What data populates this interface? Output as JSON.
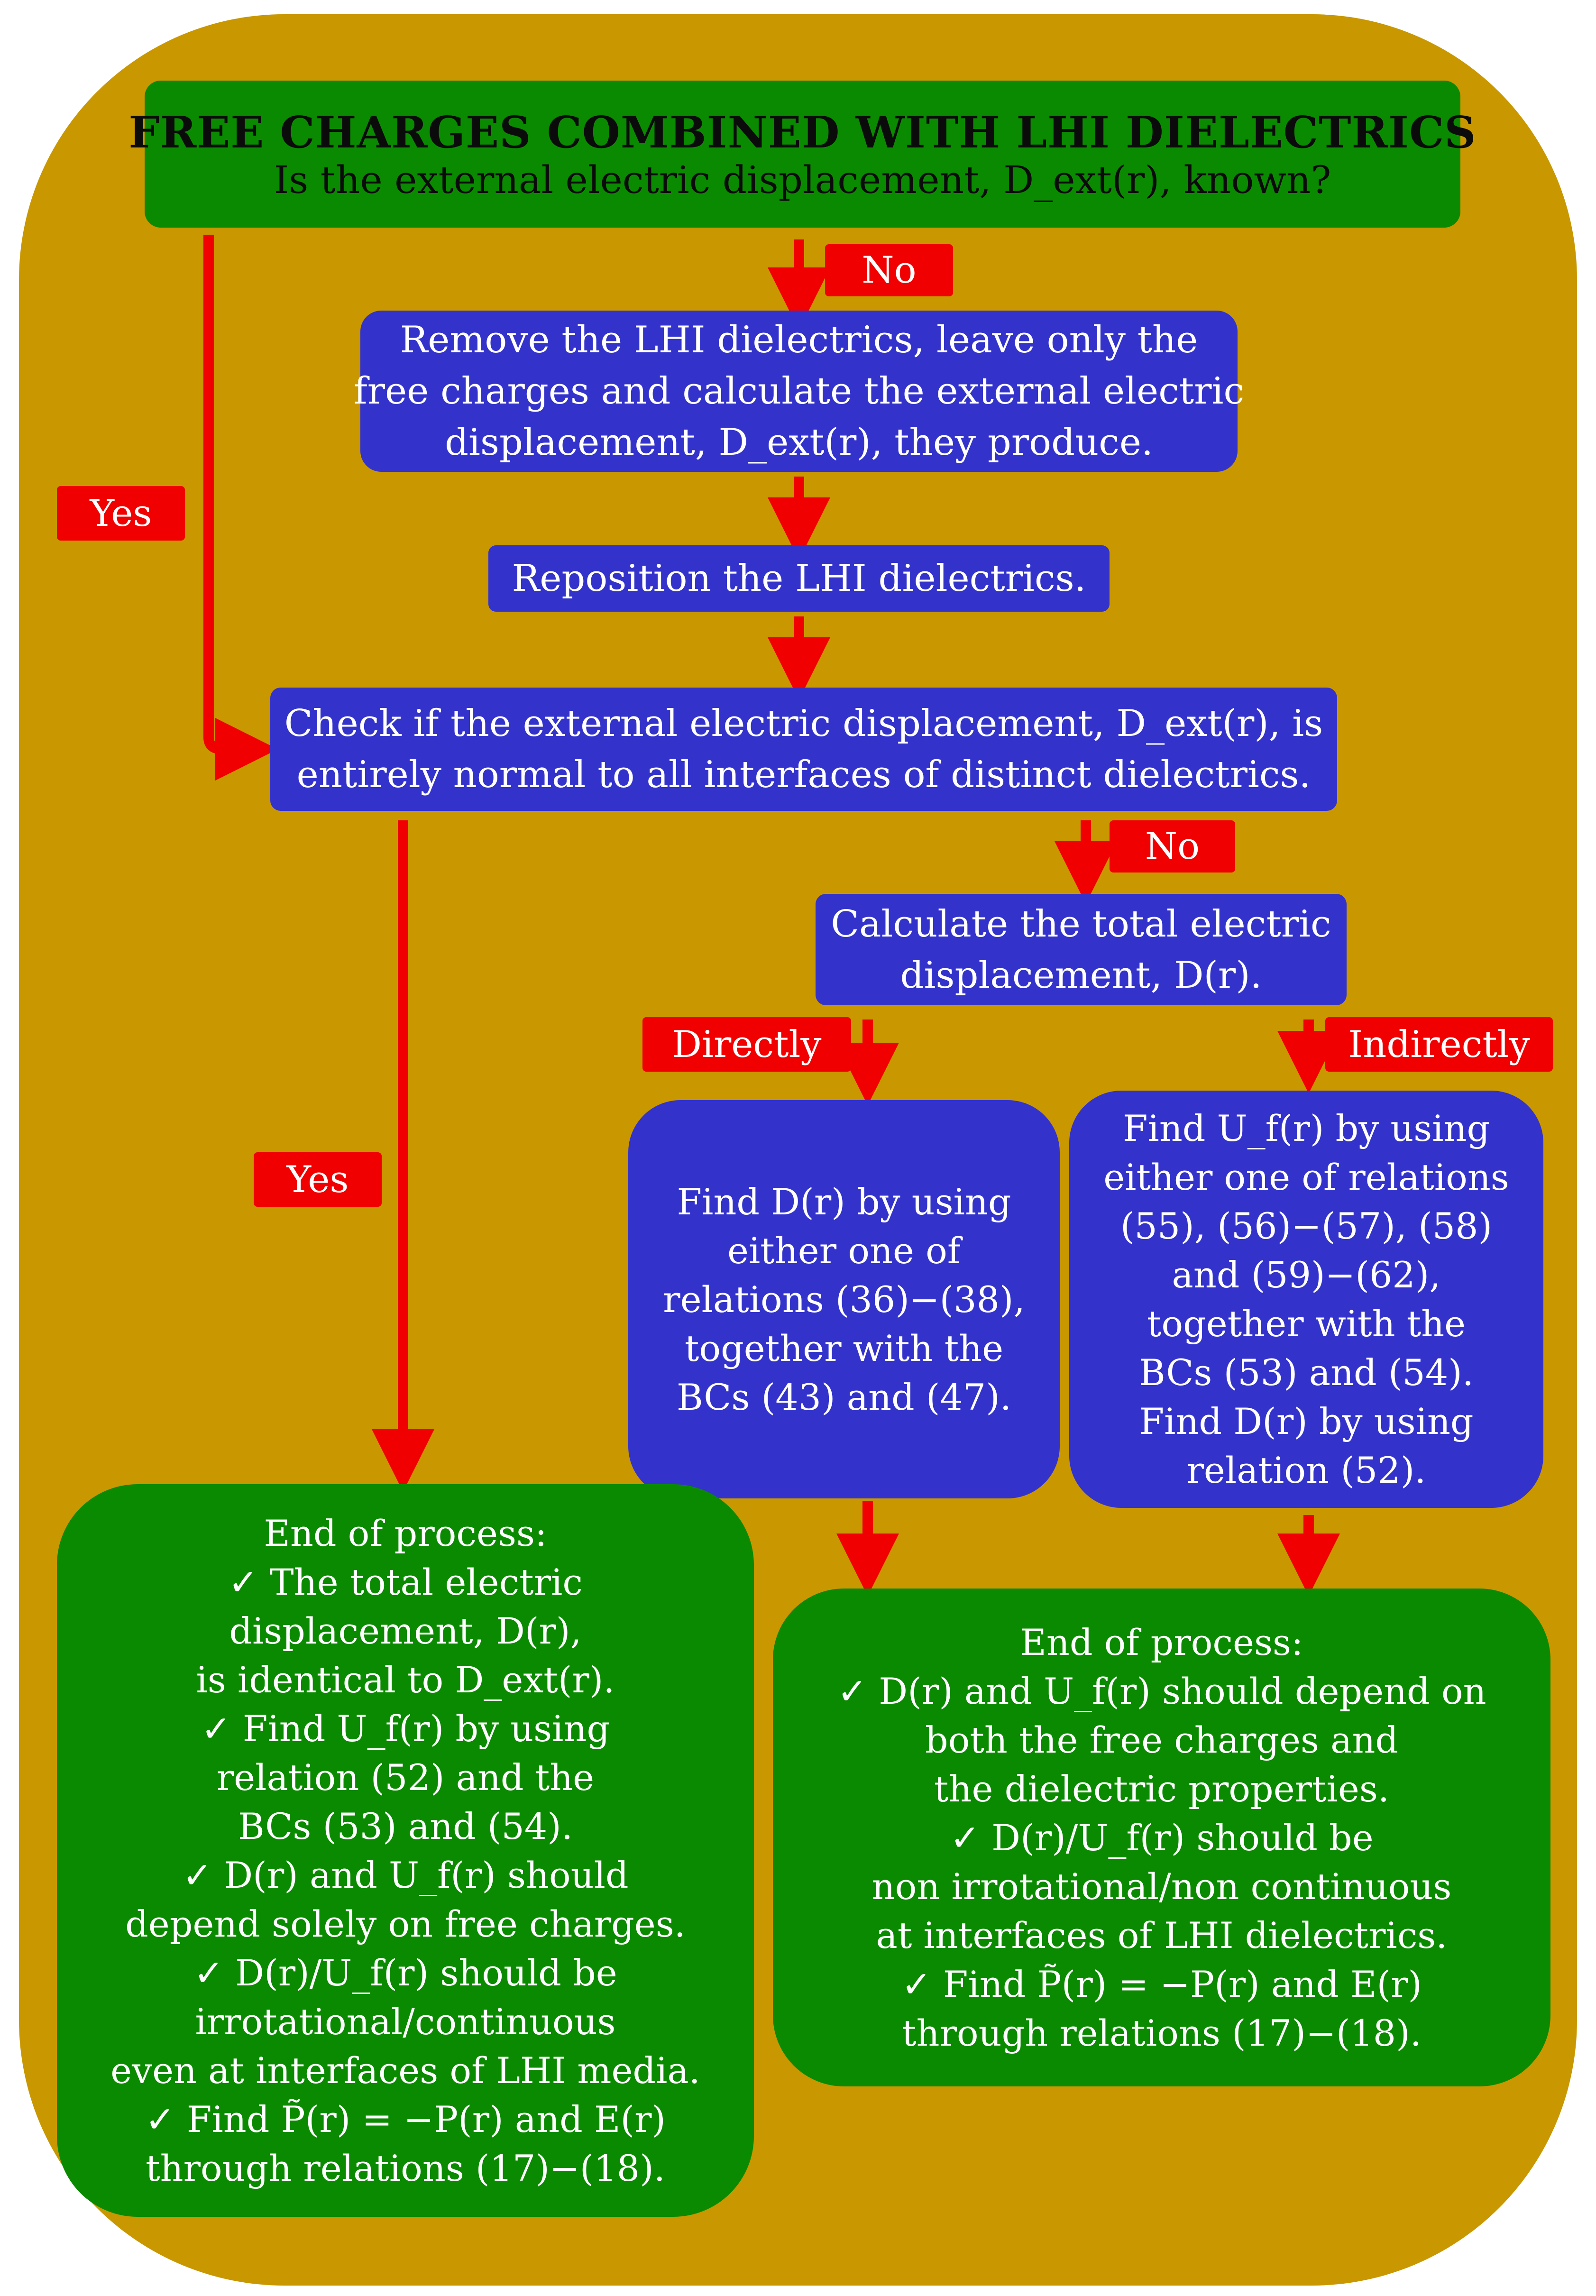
{
  "colors": {
    "frame": "#C99700",
    "green": "#0A8A00",
    "blue": "#3333CC",
    "red": "#F00000"
  },
  "start": {
    "title": "FREE CHARGES COMBINED WITH LHI DIELECTRICS",
    "question": "Is the external electric displacement, D_ext(r), known?"
  },
  "remove_step": {
    "line1": "Remove the LHI dielectrics, leave only the",
    "line2": "free charges and calculate the external electric",
    "line3": "displacement, D_ext(r), they produce."
  },
  "reposition_step": {
    "line1": "Reposition the LHI dielectrics."
  },
  "check_step": {
    "line1": "Check if the external electric displacement, D_ext(r), is",
    "line2": "entirely normal to all interfaces of distinct dielectrics."
  },
  "total_step": {
    "line1": "Calculate the total electric",
    "line2": "displacement, D(r)."
  },
  "direct_step": {
    "line1": "Find D(r) by using",
    "line2": "either one of",
    "line3": "relations (36)−(38),",
    "line4": "together with the",
    "line5": "BCs (43) and (47)."
  },
  "indirect_step": {
    "line1": "Find U_f(r) by using",
    "line2": "either one of relations",
    "line3": "(55), (56)−(57), (58)",
    "line4": "and (59)−(62),",
    "line5": "together with the",
    "line6": "BCs (53) and (54).",
    "line7": "Find D(r) by using",
    "line8": "relation (52)."
  },
  "end_left": {
    "line1": "End of process:",
    "line2": "✓  The total electric",
    "line3": "displacement, D(r),",
    "line4": "is identical to D_ext(r).",
    "line5": "✓  Find U_f(r) by using",
    "line6": "relation (52) and the",
    "line7": "BCs (53) and (54).",
    "line8": "✓  D(r) and U_f(r) should",
    "line9": "depend solely on free charges.",
    "line10": "✓  D(r)/U_f(r) should be",
    "line11": "irrotational/continuous",
    "line12": "even at interfaces of LHI media.",
    "line13": "✓  Find P̃(r) = −P(r) and E(r)",
    "line14": "through relations (17)−(18)."
  },
  "end_right": {
    "line1": "End of process:",
    "line2": "✓  D(r) and U_f(r) should depend on",
    "line3": "both the free charges and",
    "line4": "the dielectric properties.",
    "line5": "✓  D(r)/U_f(r) should be",
    "line6": "non irrotational/non continuous",
    "line7": "at interfaces of LHI dielectrics.",
    "line8": "✓  Find P̃(r) = −P(r) and E(r)",
    "line9": "through relations (17)−(18)."
  },
  "labels": {
    "no1": "No",
    "no2": "No",
    "yes1": "Yes",
    "yes2": "Yes",
    "directly": "Directly",
    "indirectly": "Indirectly"
  }
}
